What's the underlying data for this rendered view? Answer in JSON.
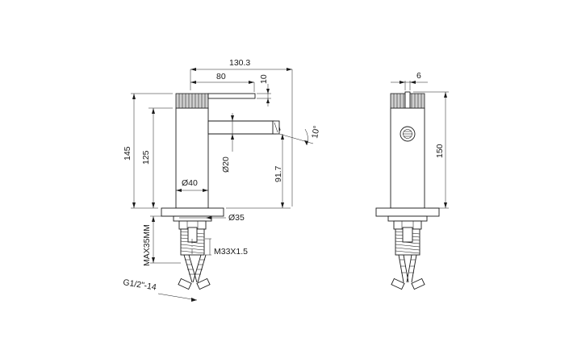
{
  "dimensions": {
    "overall_width": "130.3",
    "spout_length": "80",
    "spout_offset": "10",
    "total_height": "145",
    "body_height": "125",
    "spout_height": "91.7",
    "angle": "10°",
    "spout_diameter": "Ø20",
    "body_diameter": "Ø40",
    "base_diameter": "Ø35",
    "max_deck": "MAX35MM",
    "thread": "M33X1.5",
    "connector": "G1/2\"-14",
    "side_lever_width": "6",
    "side_height": "150"
  },
  "colors": {
    "line": "#1a1a1a",
    "knurl": "#cfcfcf",
    "background": "#ffffff"
  }
}
